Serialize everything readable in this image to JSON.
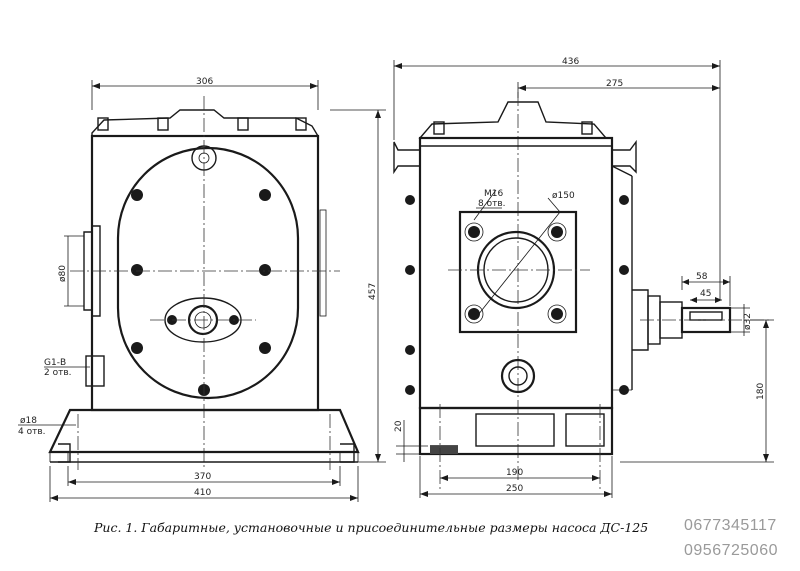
{
  "front_view": {
    "dims": {
      "top_width": "306",
      "inlet_dia": "ø80",
      "thread_label_1": "G1-В",
      "thread_label_2": "2 отв.",
      "hole_label_1": "ø18",
      "hole_label_2": "4 отв.",
      "base_inner": "370",
      "base_outer": "410"
    }
  },
  "side_view": {
    "dims": {
      "overall_width": "436",
      "half_width": "275",
      "height": "457",
      "bolt_label_1": "M16",
      "bolt_label_2": "8 отв.",
      "flange_dia": "ø150",
      "shaft_len": "58",
      "key_len": "45",
      "shaft_dia": "ø32",
      "axis_height": "180",
      "base_thick": "20",
      "base_holes": "190",
      "base_width": "250"
    }
  },
  "caption": "Рис. 1. Габаритные, установочные и присоединительные размеры насоса ДС-125",
  "phones": [
    "0677345117",
    "0956725060"
  ]
}
